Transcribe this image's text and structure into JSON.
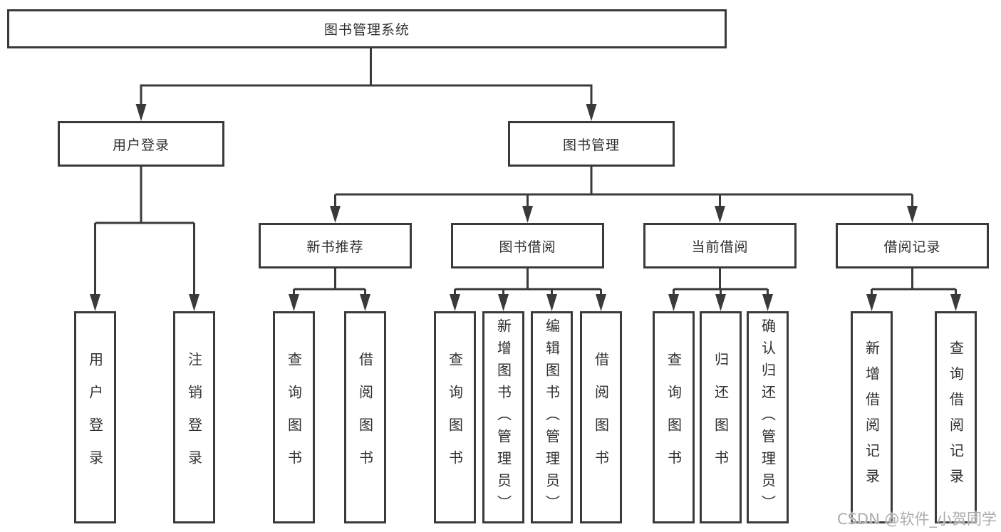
{
  "tree": {
    "label": "图书管理系统",
    "children": [
      {
        "label": "用户登录",
        "children": [
          {
            "label": "用户登录"
          },
          {
            "label": "注销登录"
          }
        ]
      },
      {
        "label": "图书管理",
        "children": [
          {
            "label": "新书推荐",
            "children": [
              {
                "label": "查询图书"
              },
              {
                "label": "借阅图书"
              }
            ]
          },
          {
            "label": "图书借阅",
            "children": [
              {
                "label": "查询图书"
              },
              {
                "label": "新增图书（管理员）"
              },
              {
                "label": "编辑图书（管理员）"
              },
              {
                "label": "借阅图书"
              }
            ]
          },
          {
            "label": "当前借阅",
            "children": [
              {
                "label": "查询图书"
              },
              {
                "label": "归还图书"
              },
              {
                "label": "确认归还（管理员）"
              }
            ]
          },
          {
            "label": "借阅记录",
            "children": [
              {
                "label": "新增借阅记录"
              },
              {
                "label": "查询借阅记录"
              }
            ]
          }
        ]
      }
    ]
  },
  "watermark": {
    "text": "CSDN @软件_小贺同学"
  },
  "colors": {
    "line": "#3a3a3a",
    "text": "#2f2f2f",
    "watermark": "#adadad",
    "background": "#ffffff"
  }
}
